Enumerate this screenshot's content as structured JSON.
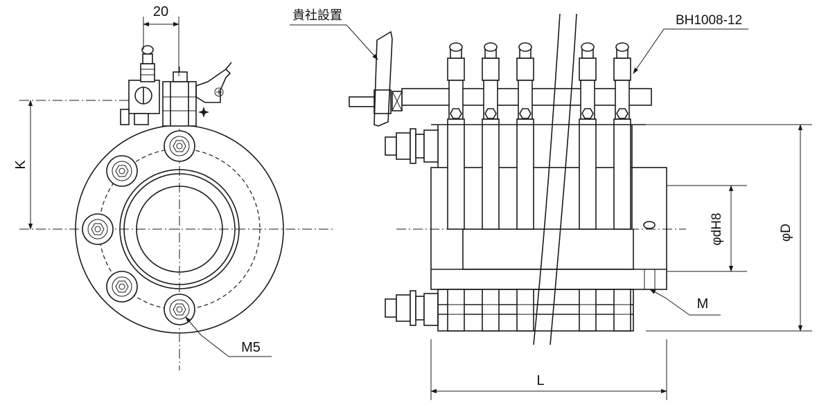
{
  "labels": {
    "dim_20": "20",
    "dim_k": "K",
    "thread_m5": "M5",
    "customer_install": "貴社設置",
    "part_number": "BH1008-12",
    "bore": "φdH8",
    "outer_diameter": "φD",
    "thread_m": "M",
    "length": "L"
  },
  "colors": {
    "line": "#1a1a1a",
    "background": "#ffffff"
  }
}
